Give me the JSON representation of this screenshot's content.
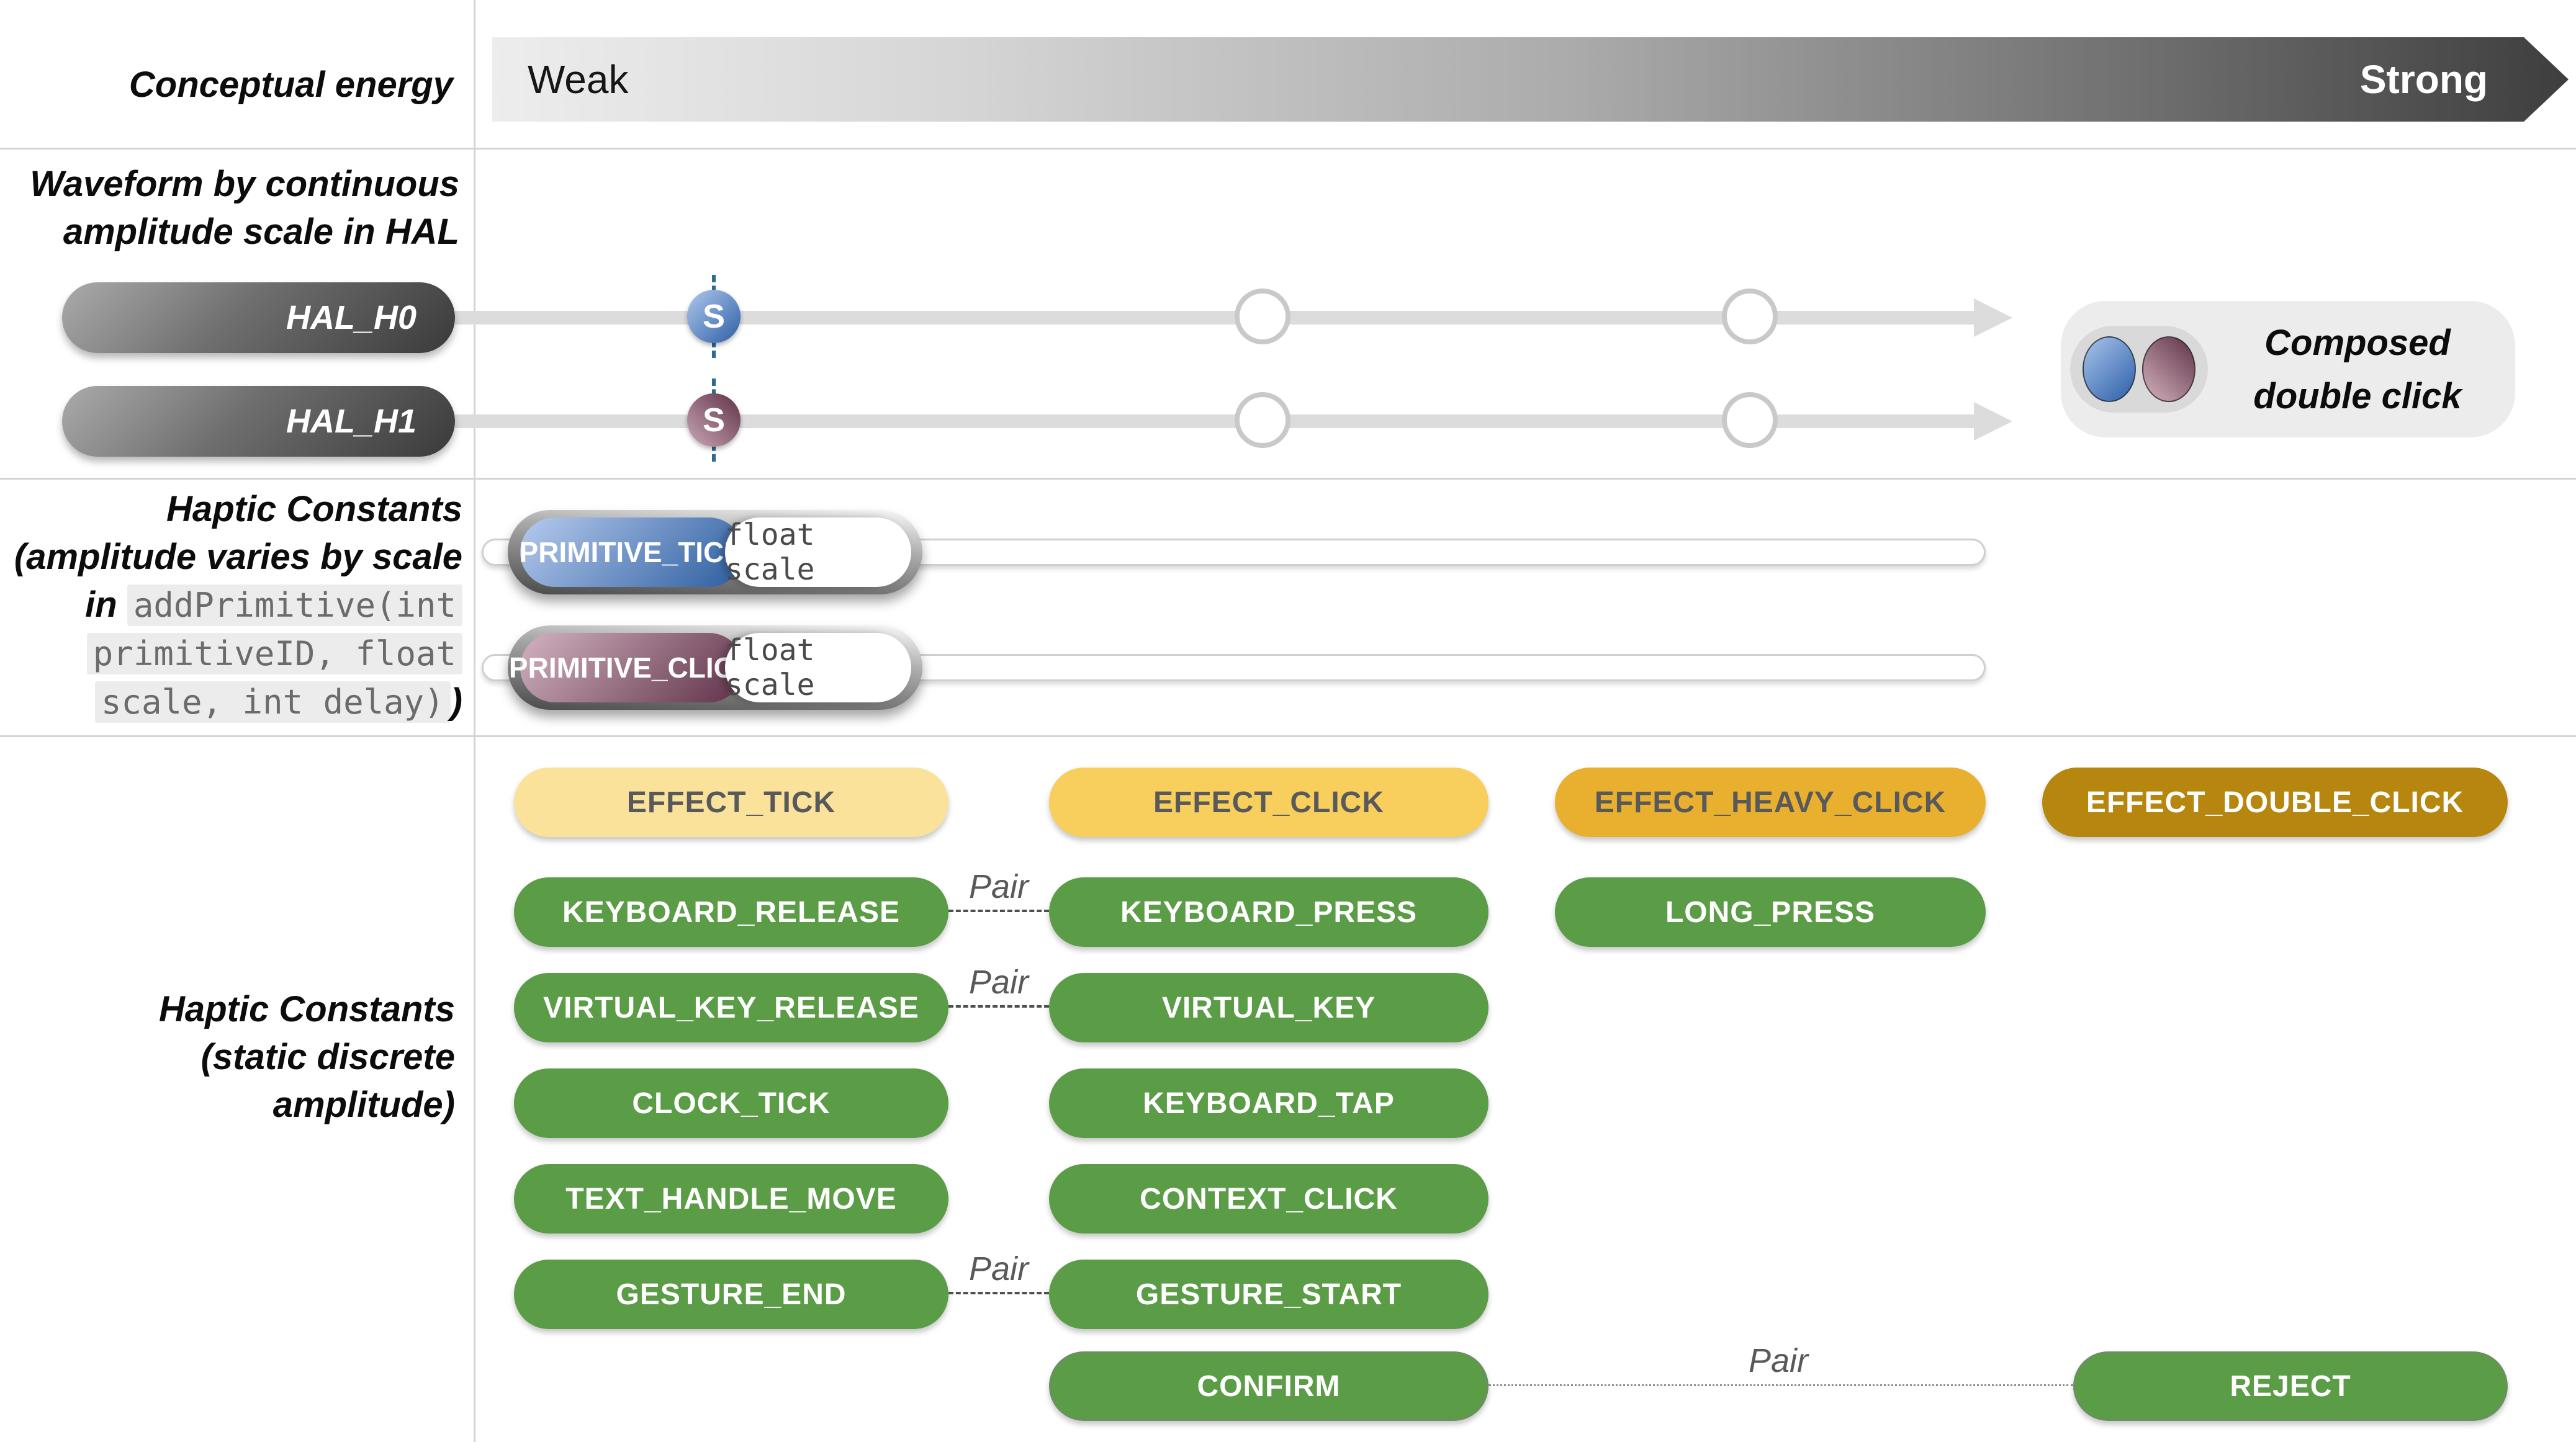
{
  "palette": {
    "divider": "#d4d4d4",
    "bar_gradient_start": "#ededed",
    "bar_gradient_end": "#3e3e3e",
    "track_gray": "#dcdcdc",
    "teal_dash": "#2a6d90",
    "blue_marker": "#2e5fa5",
    "mauve_marker": "#5f3147",
    "yellow_light": "#fbe29b",
    "yellow_mid": "#f8ce5c",
    "amber": "#e9b02f",
    "bronze": "#b6860f",
    "green": "#5b9c47",
    "code_bg": "#ececec",
    "code_text": "#6b6b6b"
  },
  "energy": {
    "label": "Conceptual energy",
    "weak": "Weak",
    "strong": "Strong"
  },
  "waveform": {
    "label_line1": "Waveform by continuous",
    "label_line2": "amplitude scale in HAL",
    "marker_letter": "S",
    "rows": [
      {
        "name": "HAL_H0"
      },
      {
        "name": "HAL_H1"
      }
    ],
    "composed": {
      "line1": "Composed",
      "line2": "double click"
    }
  },
  "primitives": {
    "label_line1": "Haptic Constants",
    "label_line2": "(amplitude varies by scale",
    "label_in": "in",
    "code_line1": "addPrimitive(int",
    "code_line2": "primitiveID, float",
    "code_line3": "scale, int delay)",
    "close_paren": ")",
    "sliders": [
      {
        "label": "PRIMITIVE_TICK",
        "param": "float scale"
      },
      {
        "label": "PRIMITIVE_CLICK",
        "param": "float scale"
      }
    ]
  },
  "constants": {
    "label_line1": "Haptic Constants",
    "label_line2": "(static discrete",
    "label_line3": "amplitude)",
    "pair_label": "Pair",
    "buttons": [
      {
        "label": "EFFECT_TICK"
      },
      {
        "label": "KEYBOARD_RELEASE"
      },
      {
        "label": "VIRTUAL_KEY_RELEASE"
      },
      {
        "label": "CLOCK_TICK"
      },
      {
        "label": "TEXT_HANDLE_MOVE"
      },
      {
        "label": "GESTURE_END"
      },
      {
        "label": "EFFECT_CLICK"
      },
      {
        "label": "KEYBOARD_PRESS"
      },
      {
        "label": "VIRTUAL_KEY"
      },
      {
        "label": "KEYBOARD_TAP"
      },
      {
        "label": "CONTEXT_CLICK"
      },
      {
        "label": "GESTURE_START"
      },
      {
        "label": "CONFIRM"
      },
      {
        "label": "EFFECT_HEAVY_CLICK"
      },
      {
        "label": "LONG_PRESS"
      },
      {
        "label": "EFFECT_DOUBLE_CLICK"
      },
      {
        "label": "REJECT"
      }
    ]
  }
}
